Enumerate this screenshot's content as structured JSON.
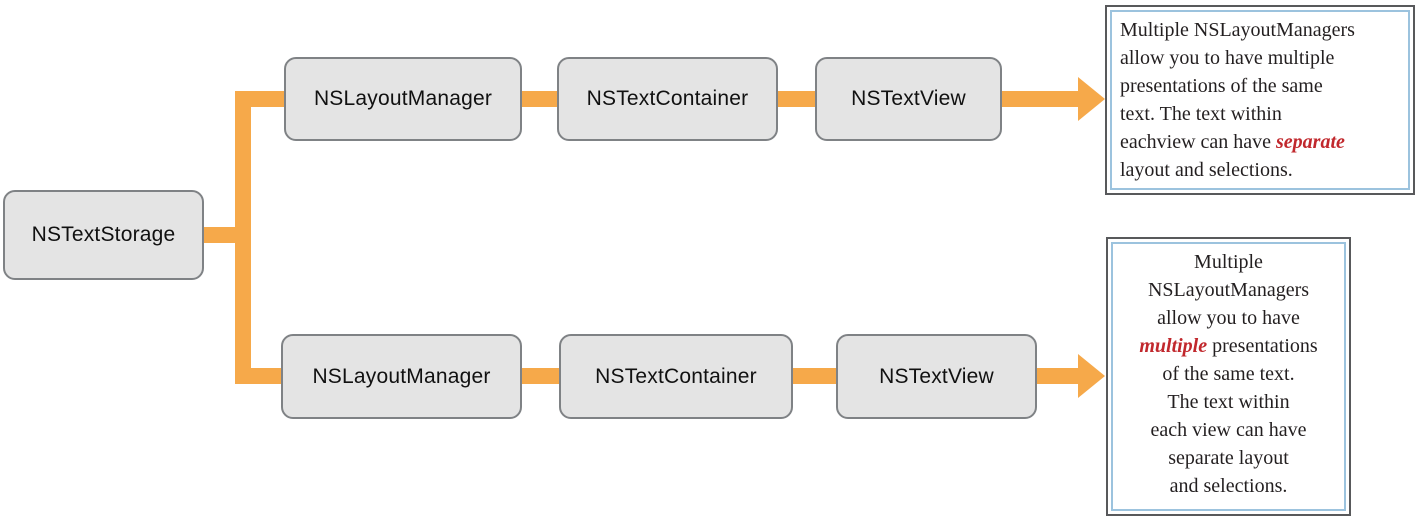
{
  "diagram": {
    "nodes": {
      "storage": {
        "label": "NSTextStorage"
      },
      "top_row": [
        {
          "label": "NSLayoutManager"
        },
        {
          "label": "NSTextContainer"
        },
        {
          "label": "NSTextView"
        }
      ],
      "bottom_row": [
        {
          "label": "NSLayoutManager"
        },
        {
          "label": "NSTextContainer"
        },
        {
          "label": "NSTextView"
        }
      ]
    },
    "callouts": [
      {
        "name": "top-callout",
        "text_align": "left",
        "lines": [
          [
            {
              "t": "Multiple NSLayoutManagers"
            }
          ],
          [
            {
              "t": "allow you to have multiple"
            }
          ],
          [
            {
              "t": "presentations of the same"
            }
          ],
          [
            {
              "t": "text. The text within"
            }
          ],
          [
            {
              "t": "eachview can have "
            },
            {
              "t": "separate",
              "em": true
            }
          ],
          [
            {
              "t": "layout and selections."
            }
          ]
        ]
      },
      {
        "name": "bottom-callout",
        "text_align": "center",
        "lines": [
          [
            {
              "t": "Multiple"
            }
          ],
          [
            {
              "t": "NSLayoutManagers"
            }
          ],
          [
            {
              "t": "allow you to have"
            }
          ],
          [
            {
              "t": "multiple",
              "em": true
            },
            {
              "t": " presentations"
            }
          ],
          [
            {
              "t": "of the same text."
            }
          ],
          [
            {
              "t": "The text within"
            }
          ],
          [
            {
              "t": "each view can have"
            }
          ],
          [
            {
              "t": "separate layout"
            }
          ],
          [
            {
              "t": "and selections."
            }
          ]
        ]
      }
    ],
    "colors": {
      "background": "#FFFFFF",
      "connector": "#F6A94A",
      "node_fill": "#E4E4E4",
      "node_border": "#7F8285",
      "node_text": "#111111",
      "callout_outer_border": "#58595B",
      "callout_inner_border": "#9CC3DE",
      "callout_text": "#231F20",
      "emphasis": "#C1282D"
    }
  }
}
